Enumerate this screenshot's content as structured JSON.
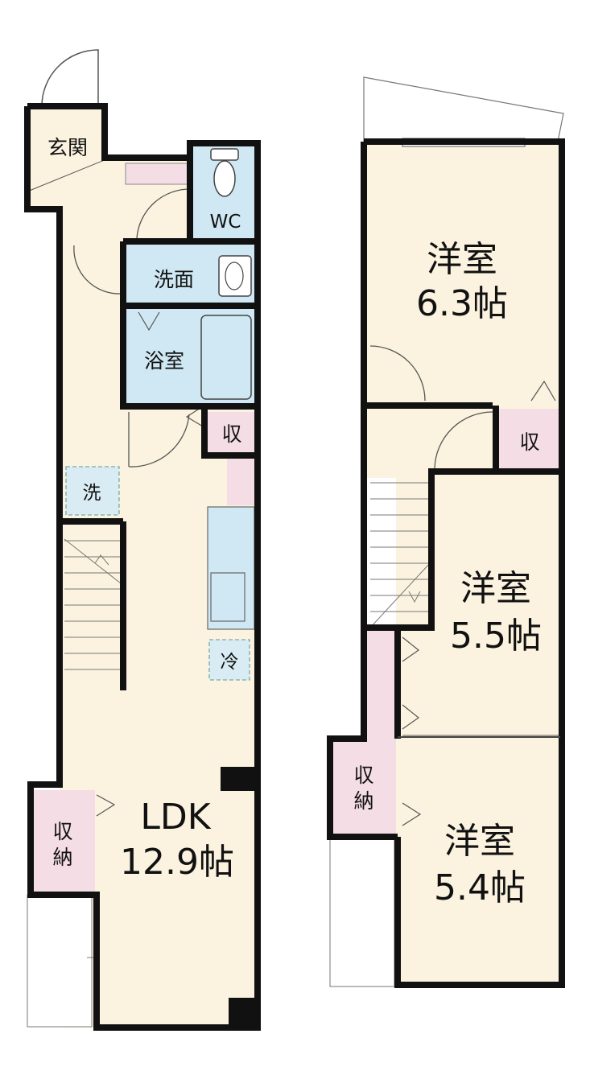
{
  "colors": {
    "wall": "#111111",
    "floor": "#fbf3df",
    "wet": "#cfe8f3",
    "storage": "#f5dde6",
    "line": "#555555",
    "white": "#ffffff"
  },
  "labels": {
    "entrance": "玄関",
    "wc": "WC",
    "washroom": "洗面",
    "bathroom": "浴室",
    "storage_small_1f": "収",
    "washer": "洗",
    "fridge": "冷",
    "storage_ldk_top": "収",
    "storage_ldk_bottom": "納",
    "ldk_name": "LDK",
    "ldk_size": "12.9帖",
    "room1_name": "洋室",
    "room1_size": "6.3帖",
    "storage_small_2f": "収",
    "room2_name": "洋室",
    "room2_size": "5.5帖",
    "storage_2f_top": "収",
    "storage_2f_bottom": "納",
    "room3_name": "洋室",
    "room3_size": "5.4帖"
  }
}
